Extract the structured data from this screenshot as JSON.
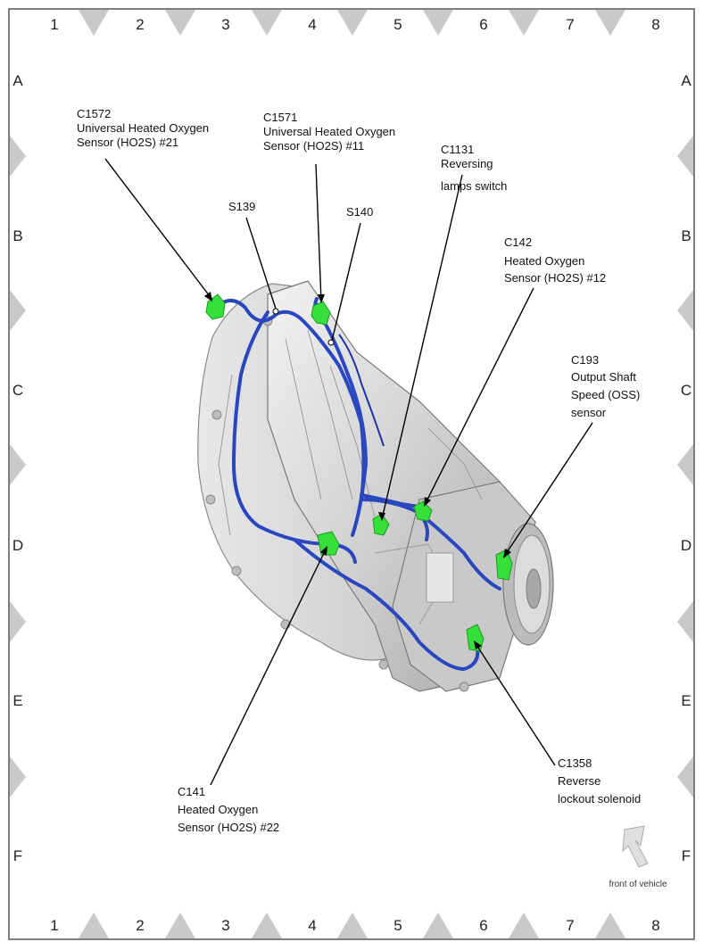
{
  "grid": {
    "columns": [
      "1",
      "2",
      "3",
      "4",
      "5",
      "6",
      "7",
      "8"
    ],
    "rows": [
      "A",
      "B",
      "C",
      "D",
      "E",
      "F"
    ]
  },
  "callouts": {
    "c1572": {
      "code": "C1572",
      "line1": "Universal Heated Oxygen",
      "line2": "Sensor (HO2S) #21"
    },
    "c1571": {
      "code": "C1571",
      "line1": "Universal Heated Oxygen",
      "line2": "Sensor (HO2S) #11"
    },
    "s139": {
      "code": "S139"
    },
    "s140": {
      "code": "S140"
    },
    "c1131": {
      "code": "C1131",
      "line1": "Reversing",
      "line2": "lamps switch"
    },
    "c142": {
      "code": "C142",
      "line1": "Heated Oxygen",
      "line2": "Sensor (HO2S) #12"
    },
    "c193": {
      "code": "C193",
      "line1": "Output Shaft",
      "line2": "Speed (OSS)",
      "line3": "sensor"
    },
    "c141": {
      "code": "C141",
      "line1": "Heated Oxygen",
      "line2": "Sensor (HO2S) #22"
    },
    "c1358": {
      "code": "C1358",
      "line1": "Reverse",
      "line2": "lockout solenoid"
    }
  },
  "front_of_vehicle": "front of vehicle",
  "colors": {
    "harness": "#2a47c0",
    "connector": "#35e03a",
    "housing": "#d9d9d9",
    "grid_marker": "#c9c9c9"
  }
}
